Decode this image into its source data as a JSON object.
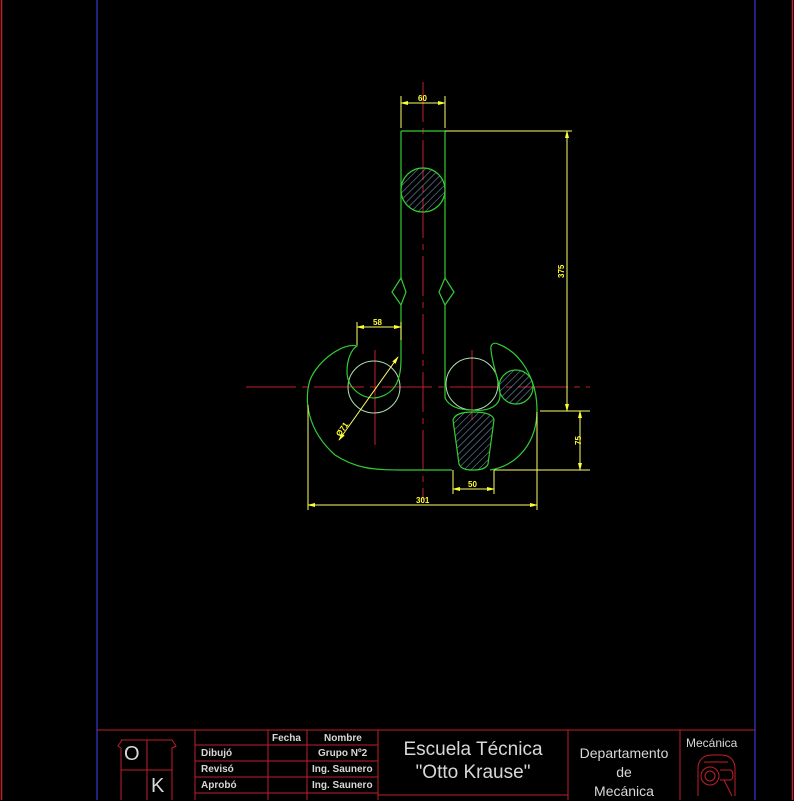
{
  "drawing": {
    "type": "technical-drawing",
    "subject": "crane hook (gancho)",
    "background": "#000000",
    "colors": {
      "outer_frame": "#c0202a",
      "inner_frame": "#2a2aa8",
      "geometry": "#33cc33",
      "centerline": "#c0202a",
      "dimension": "#ffff66",
      "construction_circle": "#c8c8c8",
      "hatch": "#9ad0ff",
      "title_text": "#d8d8d8"
    },
    "dimensions": {
      "shank_width": "60",
      "total_height": "375",
      "throat_offset": "58",
      "inner_circle_diameter": "Ø71",
      "section_height": "75",
      "section_width": "50",
      "overall_width": "301"
    }
  },
  "title_block": {
    "logo": {
      "top_letter": "O",
      "bottom_letter": "K"
    },
    "table": {
      "headers": [
        "",
        "Fecha",
        "Nombre"
      ],
      "rows": [
        {
          "role": "Dibujó",
          "date": "",
          "name": "Grupo Nº2"
        },
        {
          "role": "Revisó",
          "date": "",
          "name": "Ing. Saunero"
        },
        {
          "role": "Aprobó",
          "date": "",
          "name": "Ing. Saunero"
        }
      ]
    },
    "school": {
      "line1": "Escuela Técnica",
      "line2": "\"Otto Krause\""
    },
    "department": {
      "line1": "Departamento",
      "line2": "de",
      "line3": "Mecánica"
    },
    "specialty": {
      "label": "Mecánica",
      "emblem": "mecanica-emblem"
    }
  }
}
